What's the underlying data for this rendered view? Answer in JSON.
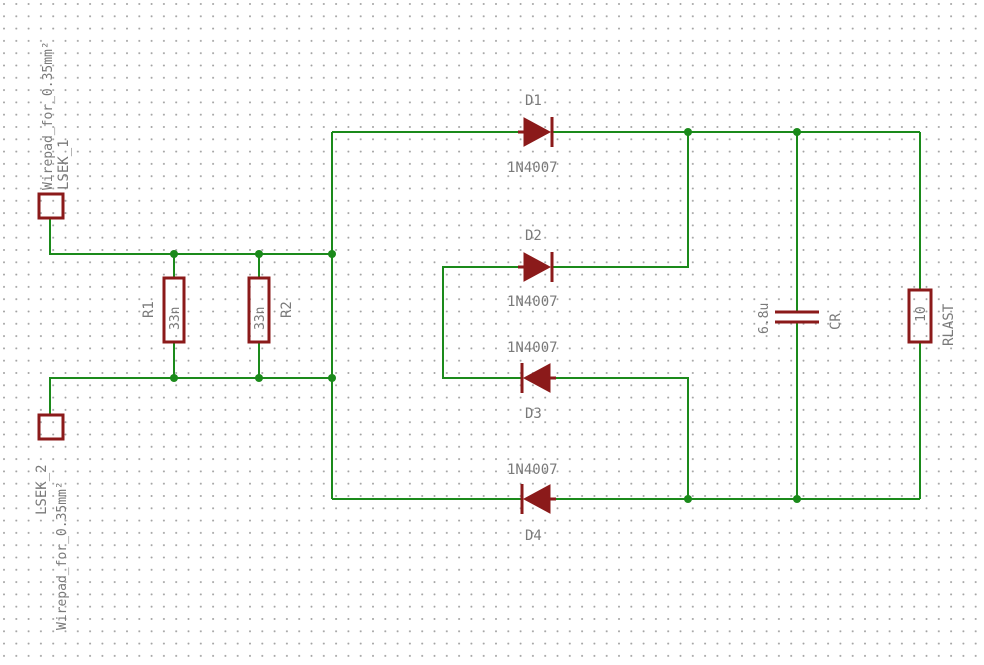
{
  "diagram": {
    "pads": {
      "lsek1": {
        "name": "LSEK_1",
        "package": "Wirepad_for_0.35mm²"
      },
      "lsek2": {
        "name": "LSEK_2",
        "package": "Wirepad_for_0.35mm²"
      }
    },
    "resistors": {
      "r1": {
        "name": "R1",
        "value": "33n"
      },
      "r2": {
        "name": "R2",
        "value": "33n"
      },
      "rlast": {
        "name": "RLAST",
        "value": "10"
      }
    },
    "capacitor": {
      "name": "CR",
      "value": "6.8u"
    },
    "diodes": {
      "d1": {
        "name": "D1",
        "value": "1N4007"
      },
      "d2": {
        "name": "D2",
        "value": "1N4007"
      },
      "d3": {
        "name": "D3",
        "value": "1N4007"
      },
      "d4": {
        "name": "D4",
        "value": "1N4007"
      }
    },
    "colors": {
      "wire": "#1b8a1b",
      "component": "#8b1a1a",
      "text": "#7a7a7a",
      "grid_dot": "#9a9a9a",
      "background": "#ffffff"
    }
  }
}
